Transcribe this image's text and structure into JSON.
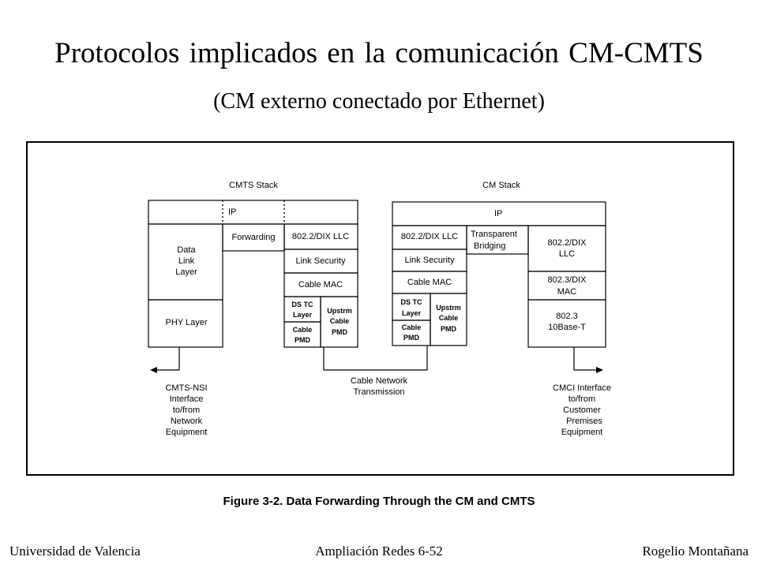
{
  "title": "Protocolos implicados en la comunicación CM-CMTS",
  "subtitle": "(CM externo conectado por Ethernet)",
  "caption": "Figure 3-2. Data Forwarding Through the CM and CMTS",
  "footer": {
    "left": "Universidad de Valencia",
    "center": "Ampliación Redes 6-52",
    "right": "Rogelio Montañana"
  },
  "diagram": {
    "cmts_stack": {
      "heading": "CMTS Stack",
      "ip": "IP",
      "data_link": [
        "Data",
        "Link",
        "Layer"
      ],
      "phy": "PHY Layer",
      "forwarding": "Forwarding",
      "llc": "802.2/DIX LLC",
      "link_security": "Link Security",
      "cable_mac": "Cable MAC",
      "ds_tc": [
        "DS TC",
        "Layer"
      ],
      "upstrm": [
        "Upstrm",
        "Cable",
        "PMD"
      ],
      "cable_pmd": [
        "Cable",
        "PMD"
      ]
    },
    "cm_stack": {
      "heading": "CM Stack",
      "ip": "IP",
      "llc": "802.2/DIX LLC",
      "link_security": "Link Security",
      "cable_mac": "Cable MAC",
      "ds_tc": [
        "DS TC",
        "Layer"
      ],
      "upstrm": [
        "Upstrm",
        "Cable",
        "PMD"
      ],
      "cable_pmd": [
        "Cable",
        "PMD"
      ],
      "bridging": [
        "Transparent",
        "Bridging"
      ],
      "llc_right": [
        "802.2/DIX",
        "LLC"
      ],
      "mac_right": [
        "802.3/DIX",
        "MAC"
      ],
      "phy_right": [
        "802.3",
        "10Base-T"
      ]
    },
    "cmts_nsi": [
      "CMTS-NSI",
      "Interface",
      "to/from",
      "Network",
      "Equipment"
    ],
    "cable_network": [
      "Cable Network",
      "Transmission"
    ],
    "cmci": [
      "CMCI Interface",
      "to/from",
      "Customer",
      "Premises",
      "Equipment"
    ]
  }
}
